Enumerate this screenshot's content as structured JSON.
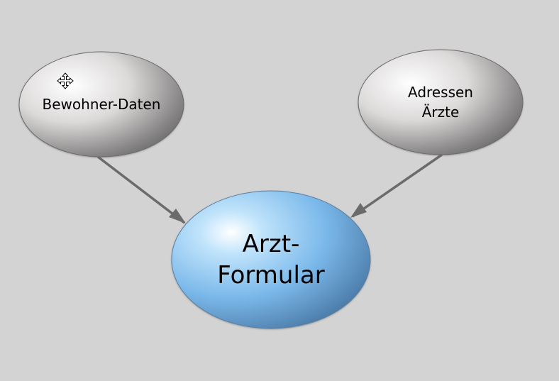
{
  "nodes": {
    "bewohner": {
      "lines": [
        "Bewohner-Daten"
      ]
    },
    "adressen": {
      "lines": [
        "Adressen",
        "Ärzte"
      ]
    },
    "arzt": {
      "lines": [
        "Arzt-",
        "Formular"
      ]
    }
  },
  "edges": [
    {
      "from": "bewohner",
      "to": "arzt"
    },
    {
      "from": "adressen",
      "to": "arzt"
    }
  ],
  "colors": {
    "background": "#d3d3d3",
    "gray_node": "#a8a8a8",
    "blue_node": "#7ab8ea",
    "edge": "#6b6b6b"
  },
  "icons": {
    "cursor": "move-cursor-icon"
  }
}
